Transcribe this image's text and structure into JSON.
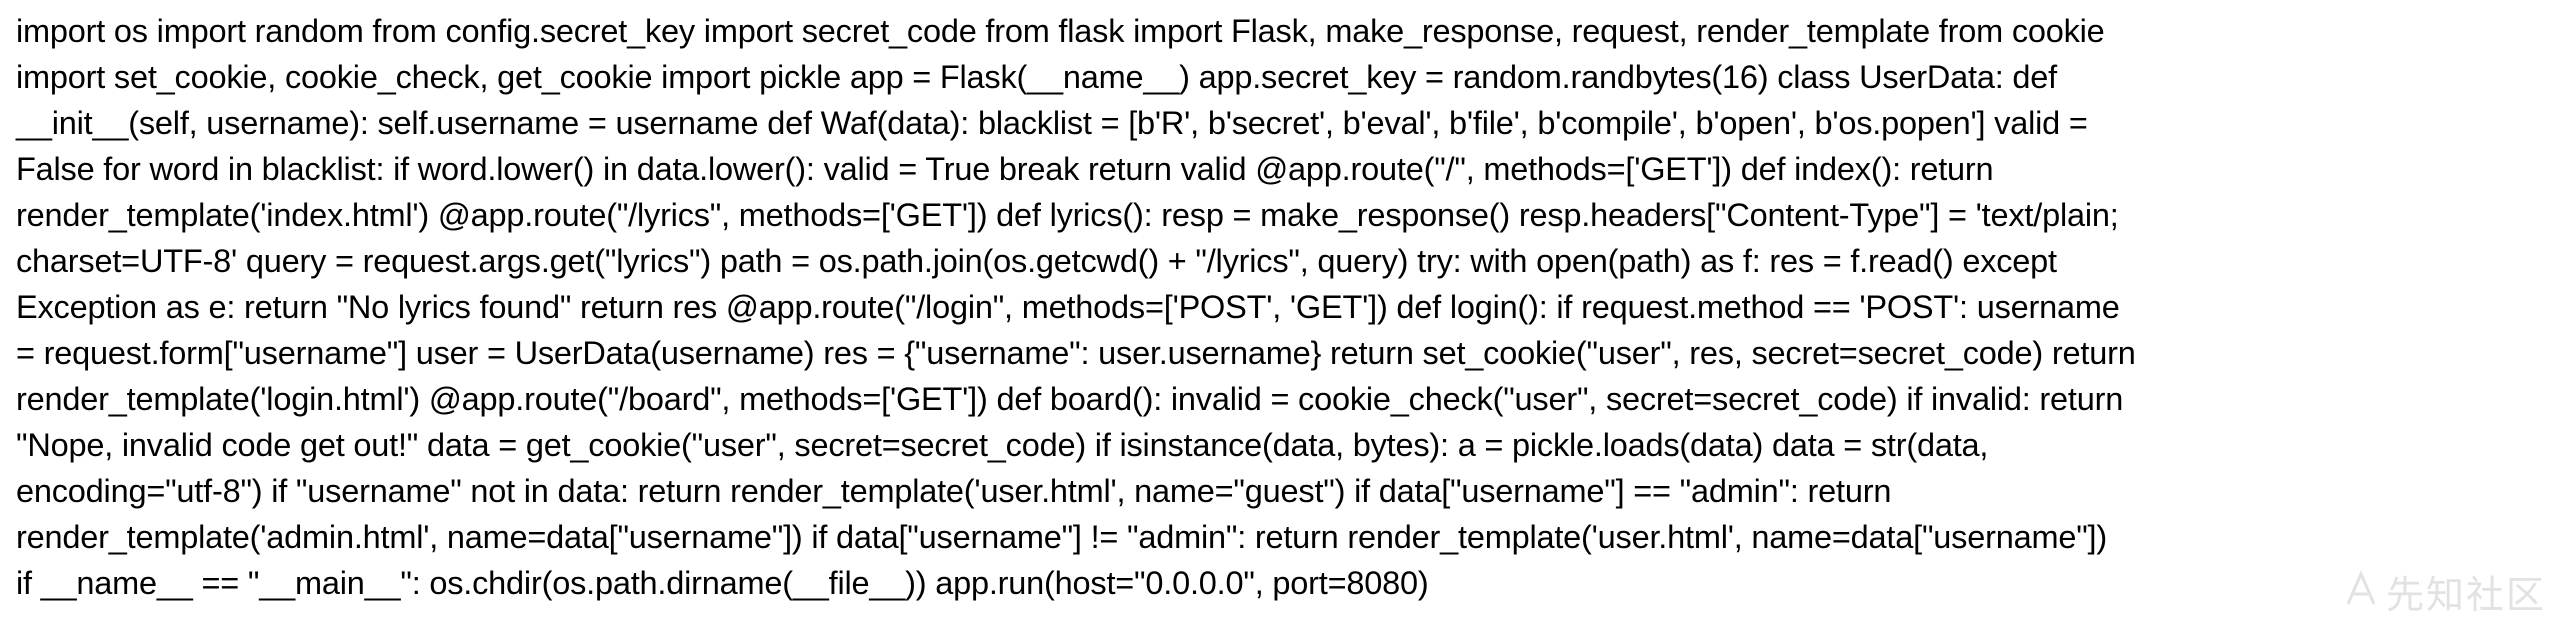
{
  "document": {
    "lines": [
      "import os import random from config.secret_key import secret_code from flask import Flask, make_response, request, render_template from cookie",
      "import set_cookie, cookie_check, get_cookie import pickle app = Flask(__name__) app.secret_key = random.randbytes(16) class UserData: def",
      "__init__(self, username): self.username = username def Waf(data): blacklist = [b'R', b'secret', b'eval', b'file', b'compile', b'open', b'os.popen'] valid =",
      "False for word in blacklist: if word.lower() in data.lower(): valid = True break return valid @app.route(\"/\", methods=['GET']) def index(): return",
      "render_template('index.html') @app.route(\"/lyrics\", methods=['GET']) def lyrics(): resp = make_response() resp.headers[\"Content-Type\"] = 'text/plain;",
      "charset=UTF-8' query = request.args.get(\"lyrics\") path = os.path.join(os.getcwd() + \"/lyrics\", query) try: with open(path) as f: res = f.read() except",
      "Exception as e: return \"No lyrics found\" return res @app.route(\"/login\", methods=['POST', 'GET']) def login(): if request.method == 'POST': username",
      "= request.form[\"username\"] user = UserData(username) res = {\"username\": user.username} return set_cookie(\"user\", res, secret=secret_code) return",
      "render_template('login.html') @app.route(\"/board\", methods=['GET']) def board(): invalid = cookie_check(\"user\", secret=secret_code) if invalid: return",
      "\"Nope, invalid code get out!\" data = get_cookie(\"user\", secret=secret_code) if isinstance(data, bytes): a = pickle.loads(data) data = str(data,",
      "encoding=\"utf-8\") if \"username\" not in data: return render_template('user.html', name=\"guest\") if data[\"username\"] == \"admin\": return",
      "render_template('admin.html', name=data[\"username\"]) if data[\"username\"] != \"admin\": return render_template('user.html', name=data[\"username\"])",
      "if __name__ == \"__main__\": os.chdir(os.path.dirname(__file__)) app.run(host=\"0.0.0.0\", port=8080)"
    ]
  },
  "watermark": {
    "text": "先知社区",
    "icon": "xianzhi-logo-icon"
  }
}
